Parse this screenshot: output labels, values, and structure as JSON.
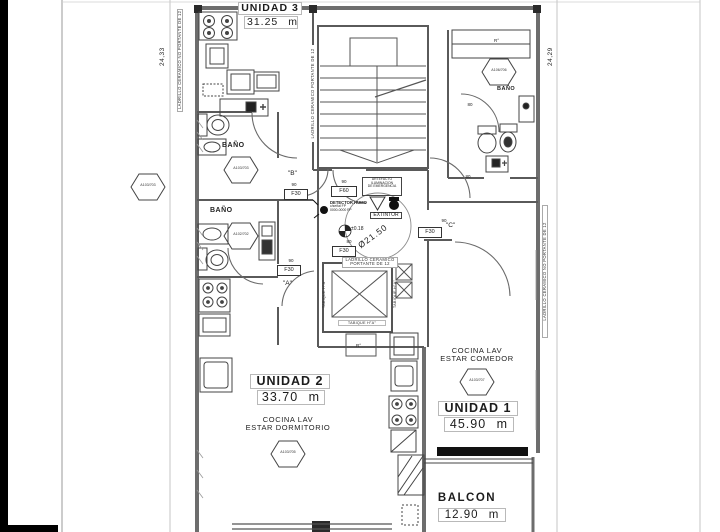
{
  "plan": {
    "dims": {
      "left": "24,33",
      "right": "24,29",
      "d80a": "80",
      "d80b": "80"
    },
    "tags": {
      "wall_left": "LADRILLO CERAMICO NO PORTANTE DE 12",
      "wall_right": "LADRILLO CERAMICO NO PORTANTE DE 12",
      "wall_stair": "LADRILLO CERAMICO PORTANTE DE 12",
      "wall_center_l1": "LADRILLO CERAMICO",
      "wall_center_l2": "PORTANTE DE 12",
      "tabique": "TABIQUE H°A°"
    },
    "units": {
      "u3": {
        "name": "UNIDAD 3",
        "area": "31.25 m"
      },
      "u2": {
        "name": "UNIDAD 2",
        "area": "33.70 m",
        "l1": "COCINA LAV",
        "l2": "ESTAR DORMITORIO"
      },
      "u1": {
        "name": "UNIDAD 1",
        "area": "45.90 m",
        "l1": "COCINA LAV",
        "l2": "ESTAR COMEDOR"
      },
      "balcon": {
        "name": "BALCON",
        "area": "12.90 m"
      }
    },
    "rooms": {
      "bano3": "BAÑO",
      "bano2": "BAÑO",
      "banoR": "BAÑO",
      "a": "\"A\"",
      "b": "\"B\"",
      "c": "\"C\"",
      "ro1": "R°",
      "ro2": "R°"
    },
    "codes": {
      "lot": "A103/703",
      "bano3": "A103/703",
      "bano2": "A102/702",
      "banoR": "A106/706",
      "u2": "A103/705",
      "u1": "A103/707"
    },
    "doors": {
      "f60": {
        "d": "90",
        "t": "F60"
      },
      "f30b": {
        "d": "90",
        "t": "F30"
      },
      "f30a": {
        "d": "90",
        "t": "F30"
      },
      "f30c": {
        "d": "90",
        "t": "F30"
      },
      "f30x": {
        "d": "80",
        "t": "F30"
      }
    },
    "notes": {
      "det1": "DETECTOR HUMO",
      "det2": "c/señal FP",
      "det3": "0000-0000 FP",
      "em1": "ARTEFACTO",
      "em2": "ILUMINACION",
      "em3": "DE EMERGENCIA",
      "ext": "EXTINTOR",
      "circ": "Ø21.50",
      "lvl": "±0.18"
    }
  }
}
